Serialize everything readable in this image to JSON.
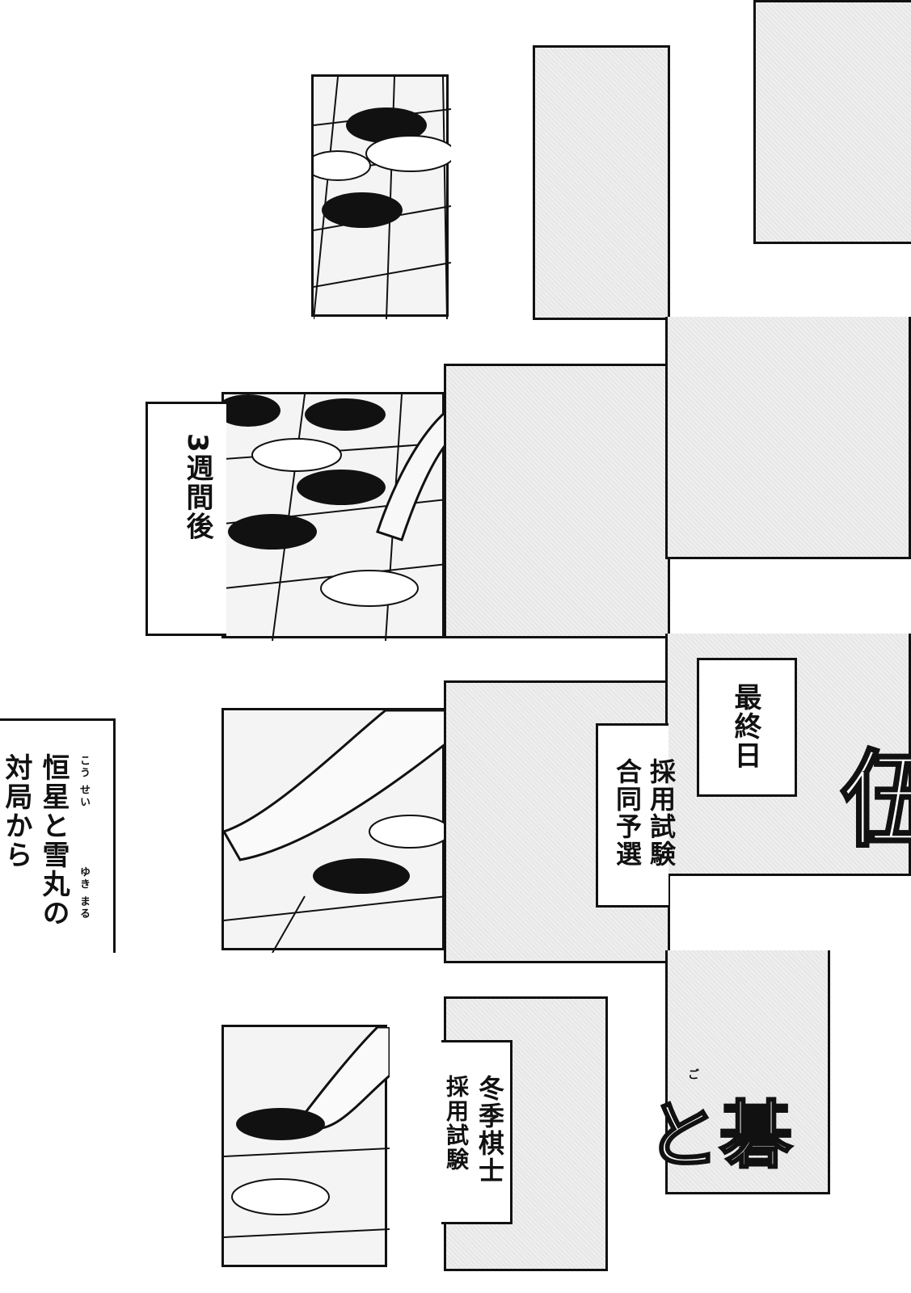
{
  "captions": {
    "three_weeks_later": "3週間後",
    "from_match_line1": "恒星と雪丸の",
    "from_match_line2": "対局から",
    "ruby_kousei": "こう せい",
    "ruby_yukimaru": "ゆき まる",
    "joint_prelim_line1": "採用試験",
    "joint_prelim_line2": "合同予選",
    "final_day": "最終日",
    "winter_exam_line1": "冬季棋士",
    "winter_exam_line2": "採用試験"
  },
  "title": {
    "text_part1": "伍",
    "text_part2": "と碁",
    "ruby": "ご"
  }
}
